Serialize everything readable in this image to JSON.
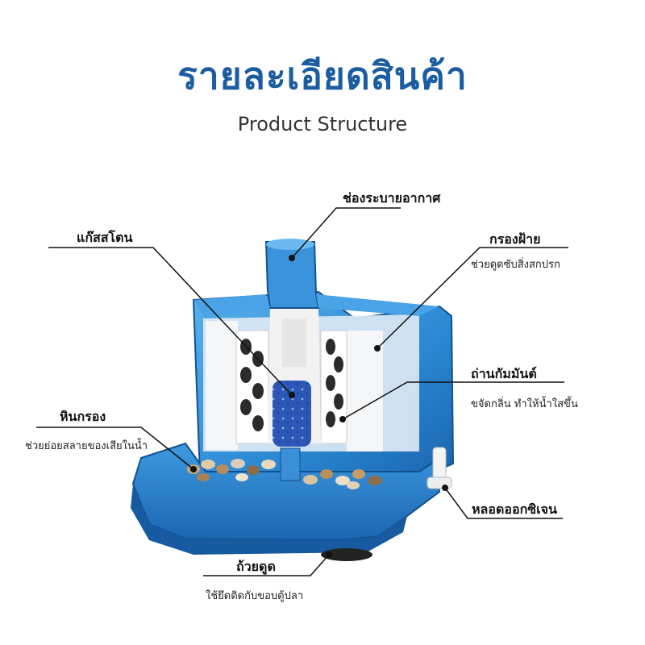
{
  "header": {
    "title": "รายละเอียดสินค้า",
    "subtitle": "Product Structure"
  },
  "callouts": {
    "air_vent": {
      "label": "ช่องระบายอากาศ"
    },
    "stone": {
      "label": "แก๊สสโตน"
    },
    "sponge": {
      "label": "กรองฝ้าย",
      "desc": "ช่วยดูดซับสิ่งสกปรก"
    },
    "carbon": {
      "label": "ถ่านกัมมันต์",
      "desc": "ขจัดกลิ่น ทำให้น้ำใสขึ้น"
    },
    "bio_stone": {
      "label": "หินกรอง",
      "desc": "ช่วยย่อยสลายของเสียในน้ำ"
    },
    "oxygen_tube": {
      "label": "หลอดออกซิเจน"
    },
    "suction_cup": {
      "label": "ถ้วยดูด",
      "desc": "ใช้ยึดติดกับขอบตู้ปลา"
    }
  },
  "colors": {
    "brand_blue": "#1b5da1",
    "case_blue": "#2f8fd8",
    "case_dark": "#1660a8",
    "line": "#111111"
  }
}
